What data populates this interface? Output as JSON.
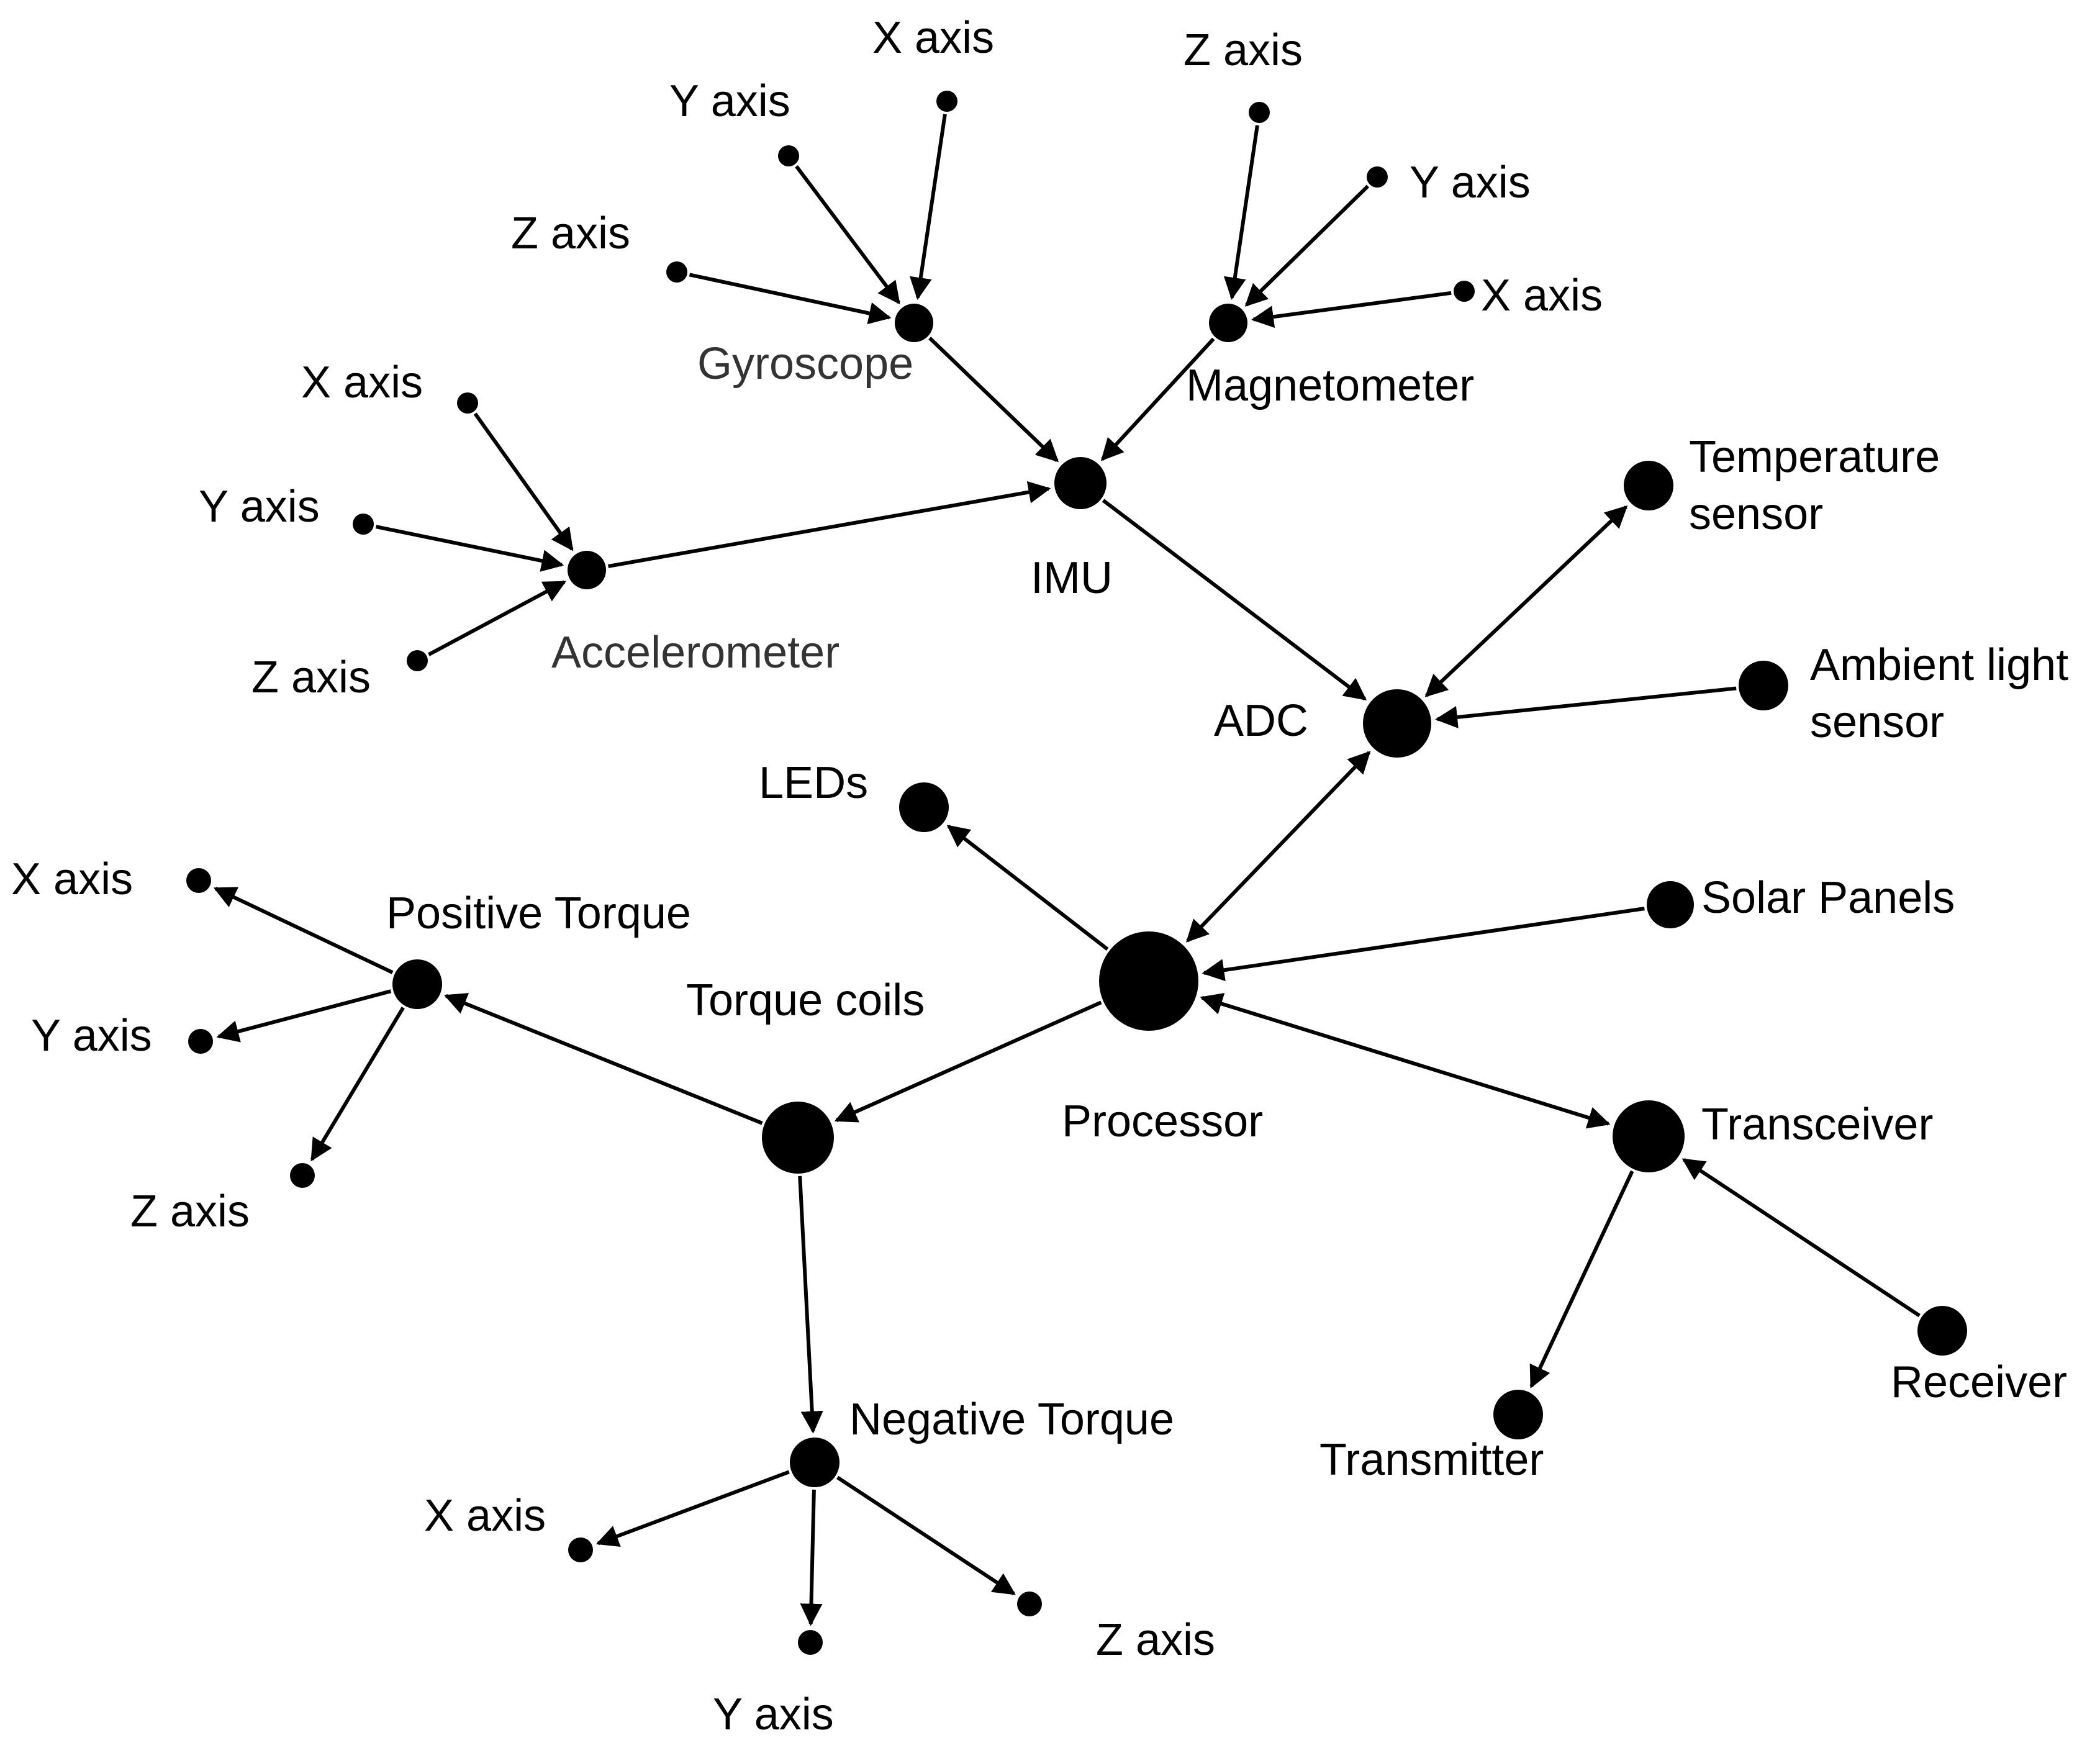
{
  "diagram": {
    "nodes": [
      {
        "id": "processor",
        "label": "Processor"
      },
      {
        "id": "adc",
        "label": "ADC"
      },
      {
        "id": "imu",
        "label": "IMU"
      },
      {
        "id": "gyro",
        "label": "Gyroscope"
      },
      {
        "id": "magneto",
        "label": "Magnetometer"
      },
      {
        "id": "accel",
        "label": "Accelerometer"
      },
      {
        "id": "temp",
        "label": "Temperature sensor"
      },
      {
        "id": "ambient",
        "label": "Ambient light sensor"
      },
      {
        "id": "solar",
        "label": "Solar Panels"
      },
      {
        "id": "leds",
        "label": "LEDs"
      },
      {
        "id": "transceiver",
        "label": "Transceiver"
      },
      {
        "id": "transmitter",
        "label": "Transmitter"
      },
      {
        "id": "receiver",
        "label": "Receiver"
      },
      {
        "id": "torque",
        "label": "Torque coils"
      },
      {
        "id": "postorque",
        "label": "Positive Torque"
      },
      {
        "id": "negtorque",
        "label": "Negative Torque"
      },
      {
        "id": "gx",
        "label": "X axis"
      },
      {
        "id": "gy",
        "label": "Y axis"
      },
      {
        "id": "gz",
        "label": "Z axis"
      },
      {
        "id": "mz",
        "label": "Z axis"
      },
      {
        "id": "my",
        "label": "Y axis"
      },
      {
        "id": "mx",
        "label": "X axis"
      },
      {
        "id": "ax",
        "label": "X axis"
      },
      {
        "id": "ay",
        "label": "Y axis"
      },
      {
        "id": "az",
        "label": "Z axis"
      },
      {
        "id": "px",
        "label": "X axis"
      },
      {
        "id": "py",
        "label": "Y axis"
      },
      {
        "id": "pz",
        "label": "Z axis"
      },
      {
        "id": "nx",
        "label": "X axis"
      },
      {
        "id": "ny",
        "label": "Y axis"
      },
      {
        "id": "nz",
        "label": "Z axis"
      }
    ],
    "edges": [
      {
        "from": "gx",
        "to": "gyro",
        "arrow": "end"
      },
      {
        "from": "gy",
        "to": "gyro",
        "arrow": "end"
      },
      {
        "from": "gz",
        "to": "gyro",
        "arrow": "end"
      },
      {
        "from": "mz",
        "to": "magneto",
        "arrow": "end"
      },
      {
        "from": "my",
        "to": "magneto",
        "arrow": "end"
      },
      {
        "from": "mx",
        "to": "magneto",
        "arrow": "end"
      },
      {
        "from": "ax",
        "to": "accel",
        "arrow": "end"
      },
      {
        "from": "ay",
        "to": "accel",
        "arrow": "end"
      },
      {
        "from": "az",
        "to": "accel",
        "arrow": "end"
      },
      {
        "from": "gyro",
        "to": "imu",
        "arrow": "end"
      },
      {
        "from": "magneto",
        "to": "imu",
        "arrow": "end"
      },
      {
        "from": "accel",
        "to": "imu",
        "arrow": "end"
      },
      {
        "from": "imu",
        "to": "adc",
        "arrow": "end"
      },
      {
        "from": "temp",
        "to": "adc",
        "arrow": "both"
      },
      {
        "from": "ambient",
        "to": "adc",
        "arrow": "end"
      },
      {
        "from": "adc",
        "to": "processor",
        "arrow": "both"
      },
      {
        "from": "processor",
        "to": "leds",
        "arrow": "end"
      },
      {
        "from": "solar",
        "to": "processor",
        "arrow": "end"
      },
      {
        "from": "processor",
        "to": "transceiver",
        "arrow": "both"
      },
      {
        "from": "transceiver",
        "to": "transmitter",
        "arrow": "end"
      },
      {
        "from": "receiver",
        "to": "transceiver",
        "arrow": "end"
      },
      {
        "from": "processor",
        "to": "torque",
        "arrow": "end"
      },
      {
        "from": "torque",
        "to": "postorque",
        "arrow": "end"
      },
      {
        "from": "torque",
        "to": "negtorque",
        "arrow": "end"
      },
      {
        "from": "postorque",
        "to": "px",
        "arrow": "end"
      },
      {
        "from": "postorque",
        "to": "py",
        "arrow": "end"
      },
      {
        "from": "postorque",
        "to": "pz",
        "arrow": "end"
      },
      {
        "from": "negtorque",
        "to": "nx",
        "arrow": "end"
      },
      {
        "from": "negtorque",
        "to": "ny",
        "arrow": "end"
      },
      {
        "from": "negtorque",
        "to": "nz",
        "arrow": "end"
      }
    ]
  }
}
